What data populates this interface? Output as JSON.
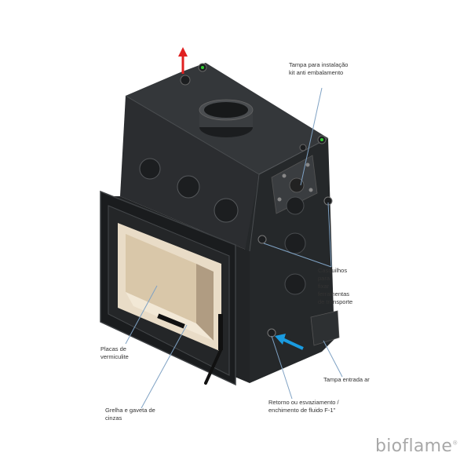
{
  "labels": {
    "tampa_instalacao": [
      "Tampa para instalação",
      "kit anti embalamento"
    ],
    "casquilhos": [
      "Casquilhos",
      "para",
      "fixar",
      "ferramentas",
      "de transporte"
    ],
    "placas": [
      "Placas de",
      "vermiculite"
    ],
    "tampa_entrada": "Tampa entrada ar",
    "retorno": [
      "Retorno ou esvaziamento /",
      "enchimento de fluido F-1\""
    ],
    "grelha": [
      "Grelha e gaveta de",
      "cinzas"
    ]
  },
  "brand": {
    "name": "bioflame",
    "mark": "®"
  },
  "colors": {
    "body": "#2f3133",
    "body_dark": "#1f2123",
    "body_light": "#44474a",
    "glass_light": "#e9dcc7",
    "glass_shadow": "#b09c82",
    "leader": "#7fa2c4",
    "arrow_up": "#e02020",
    "arrow_in": "#1a9be0",
    "green_dot": "#33cc33"
  },
  "icons": [
    "arrow-up-red",
    "arrow-in-blue"
  ]
}
